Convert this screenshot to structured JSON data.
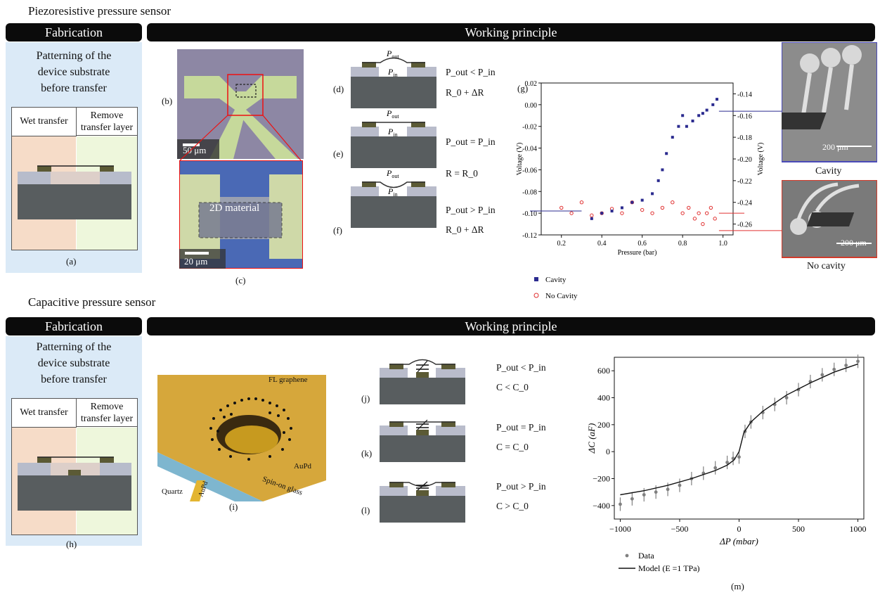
{
  "sections": {
    "piezo_title": "Piezoresistive pressure sensor",
    "cap_title": "Capacitive pressure sensor"
  },
  "bars": {
    "fabrication": "Fabrication",
    "working_principle": "Working principle"
  },
  "fabrication": {
    "text_line1": "Patterning of the",
    "text_line2": "device substrate",
    "text_line3": "before transfer",
    "wet_transfer": "Wet transfer",
    "remove_line1": "Remove",
    "remove_line2": "transfer layer"
  },
  "panel_labels": {
    "a": "(a)",
    "b": "(b)",
    "c": "(c)",
    "d": "(d)",
    "e": "(e)",
    "f": "(f)",
    "g": "(g)",
    "h": "(h)",
    "i": "(i)",
    "j": "(j)",
    "k": "(k)",
    "l": "(l)",
    "m": "(m)"
  },
  "micrograph": {
    "scale_b": "50 μm",
    "scale_c": "20 μm",
    "material": "2D material"
  },
  "piezo_equations": {
    "d_pressure": "P_out < P_in",
    "d_resistance": "R_0 + ΔR",
    "e_pressure": "P_out = P_in",
    "e_resistance": "R = R_0",
    "f_pressure": "P_out > P_in",
    "f_resistance": "R_0 + ΔR"
  },
  "cap_equations": {
    "j_pressure": "P_out < P_in",
    "j_cap": "C < C_0",
    "k_pressure": "P_out = P_in",
    "k_cap": "C = C_0",
    "l_pressure": "P_out > P_in",
    "l_cap": "C > C_0"
  },
  "sem": {
    "cavity_label": "Cavity",
    "nocavity_label": "No cavity",
    "scale": "200 μm"
  },
  "graphene_image": {
    "fl_graphene": "FL graphene",
    "aupd": "AuPd",
    "aupd_strip": "AuPd",
    "spin_on_glass": "Spin-on glass",
    "quartz": "Quartz"
  },
  "colors": {
    "cavity": "#2b2b8f",
    "no_cavity": "#e03030",
    "data_gray": "#808080",
    "fab_panel": "#dbeaf7"
  },
  "chart_data": [
    {
      "type": "scatter",
      "panel": "(g)",
      "xlabel": "Pressure (bar)",
      "ylabel": "Voltage (V)",
      "y2label": "Voltage (V)",
      "xlim": [
        0.1,
        1.05
      ],
      "ylim": [
        -0.12,
        0.02
      ],
      "y2lim": [
        -0.27,
        -0.13
      ],
      "xticks": [
        "0.2",
        "0.4",
        "0.6",
        "0.8",
        "1.0"
      ],
      "yticks": [
        "0.02",
        "0.00",
        "-0.02",
        "-0.04",
        "-0.06",
        "-0.08",
        "-0.10",
        "-0.12"
      ],
      "y2ticks": [
        "-0.14",
        "-0.16",
        "-0.18",
        "-0.20",
        "-0.22",
        "-0.24",
        "-0.26"
      ],
      "legend": [
        "Cavity",
        "No Cavity"
      ],
      "series": [
        {
          "name": "Cavity",
          "marker": "filled-square",
          "x": [
            0.35,
            0.4,
            0.45,
            0.5,
            0.55,
            0.6,
            0.65,
            0.68,
            0.7,
            0.72,
            0.75,
            0.78,
            0.8,
            0.82,
            0.85,
            0.88,
            0.9,
            0.92,
            0.95,
            0.97
          ],
          "y": [
            -0.105,
            -0.1,
            -0.098,
            -0.095,
            -0.09,
            -0.088,
            -0.082,
            -0.07,
            -0.06,
            -0.045,
            -0.03,
            -0.02,
            -0.01,
            -0.02,
            -0.015,
            -0.01,
            -0.008,
            -0.005,
            0.0,
            0.005
          ]
        },
        {
          "name": "No Cavity",
          "marker": "open-circle",
          "x": [
            0.2,
            0.25,
            0.3,
            0.35,
            0.4,
            0.45,
            0.5,
            0.55,
            0.6,
            0.65,
            0.7,
            0.75,
            0.8,
            0.83,
            0.86,
            0.88,
            0.9,
            0.92,
            0.94,
            0.96
          ],
          "y": [
            -0.095,
            -0.1,
            -0.09,
            -0.102,
            -0.1,
            -0.096,
            -0.1,
            -0.09,
            -0.097,
            -0.1,
            -0.095,
            -0.09,
            -0.1,
            -0.095,
            -0.105,
            -0.1,
            -0.11,
            -0.1,
            -0.095,
            -0.105
          ]
        }
      ]
    },
    {
      "type": "scatter",
      "panel": "(m)",
      "xlabel": "ΔP (mbar)",
      "ylabel": "ΔC (aF)",
      "xlim": [
        -1050,
        1050
      ],
      "ylim": [
        -500,
        700
      ],
      "xticks": [
        "−1000",
        "−500",
        "0",
        "500",
        "1000"
      ],
      "yticks": [
        "600",
        "400",
        "200",
        "0",
        "−200",
        "−400"
      ],
      "legend": [
        "Data",
        "Model (E =1 TPa)"
      ],
      "series": [
        {
          "name": "Data",
          "x": [
            -1000,
            -900,
            -800,
            -700,
            -600,
            -500,
            -400,
            -300,
            -200,
            -100,
            -50,
            0,
            50,
            100,
            200,
            300,
            400,
            500,
            600,
            700,
            800,
            900,
            1000
          ],
          "y": [
            -390,
            -350,
            -320,
            -300,
            -280,
            -250,
            -200,
            -160,
            -120,
            -80,
            -50,
            -40,
            150,
            220,
            290,
            350,
            400,
            460,
            520,
            570,
            610,
            640,
            670
          ],
          "err": 50
        },
        {
          "name": "Model (E =1 TPa)",
          "x": [
            -1000,
            -800,
            -600,
            -400,
            -200,
            -100,
            -40,
            0,
            40,
            100,
            200,
            400,
            600,
            800,
            1000
          ],
          "y": [
            -320,
            -290,
            -250,
            -200,
            -140,
            -100,
            -60,
            0,
            140,
            220,
            300,
            420,
            510,
            590,
            650
          ]
        }
      ]
    }
  ]
}
